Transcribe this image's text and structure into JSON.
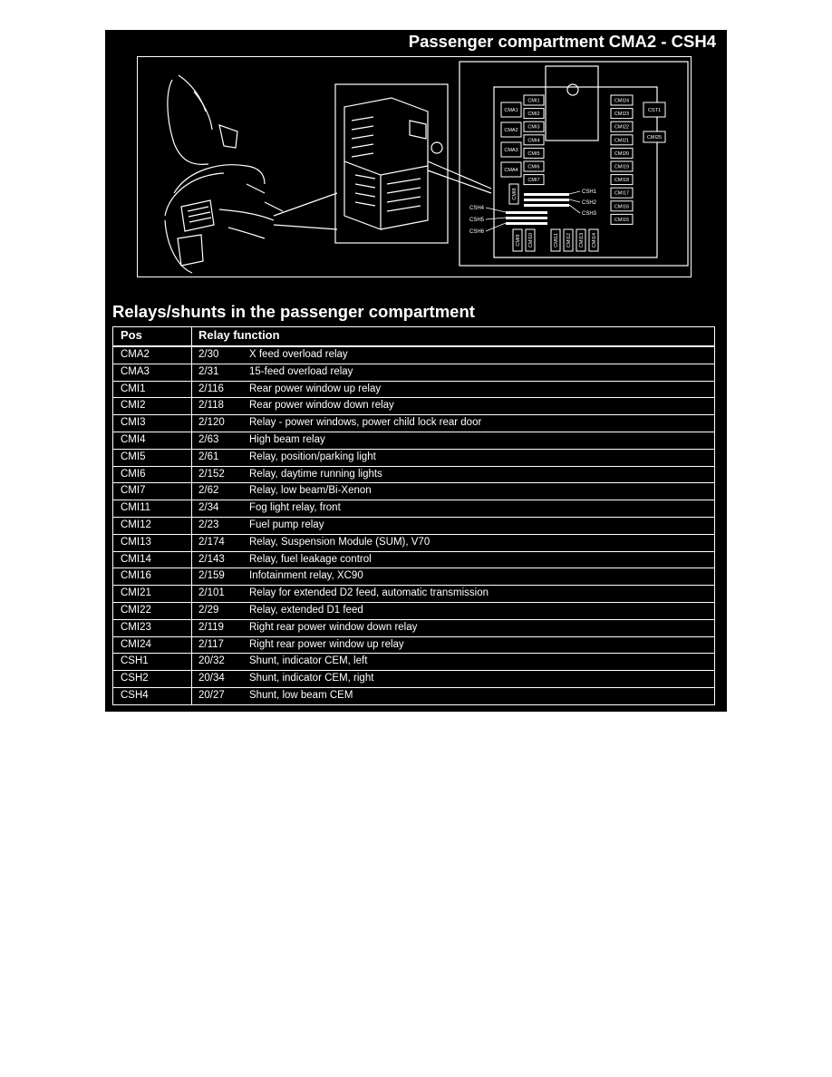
{
  "header": {
    "title": "Passenger compartment CMA2 - CSH4"
  },
  "diagram": {
    "labels": {
      "left_column": [
        "CMA1",
        "CMA2",
        "CMA3",
        "CMA4"
      ],
      "mid_column": [
        "CMI1",
        "CMI2",
        "CMI3",
        "CMI4",
        "CMI5",
        "CMI6",
        "CMI7"
      ],
      "right_column": [
        "CMI24",
        "CMI23",
        "CMI22",
        "CMI21",
        "CMI20",
        "CMI19",
        "CMI18",
        "CMI17",
        "CMI16",
        "CMI15"
      ],
      "far_right": [
        "CST1",
        "CMI25"
      ],
      "vertical_small": "CMI8",
      "bottom_vertical": [
        "CMI9",
        "CMI10",
        "CMI11",
        "CMI12",
        "CMI13",
        "CMI14"
      ],
      "shunts_right": [
        "CSH1",
        "CSH2",
        "CSH3"
      ],
      "shunts_left": [
        "CSH4",
        "CSH5",
        "CSH6"
      ]
    }
  },
  "section": {
    "title": "Relays/shunts in the passenger compartment"
  },
  "table": {
    "headers": {
      "pos": "Pos",
      "relay_function": "Relay function"
    },
    "rows": [
      {
        "pos": "CMA2",
        "code": "2/30",
        "func": "X feed overload relay"
      },
      {
        "pos": "CMA3",
        "code": "2/31",
        "func": "15-feed overload relay"
      },
      {
        "pos": "CMI1",
        "code": "2/116",
        "func": "Rear power window up relay"
      },
      {
        "pos": "CMI2",
        "code": "2/118",
        "func": "Rear power window down relay"
      },
      {
        "pos": "CMI3",
        "code": "2/120",
        "func": "Relay - power windows, power child lock rear door"
      },
      {
        "pos": "CMI4",
        "code": "2/63",
        "func": "High beam relay"
      },
      {
        "pos": "CMI5",
        "code": "2/61",
        "func": "Relay, position/parking light"
      },
      {
        "pos": "CMI6",
        "code": "2/152",
        "func": "Relay, daytime running lights"
      },
      {
        "pos": "CMI7",
        "code": "2/62",
        "func": "Relay, low beam/Bi-Xenon"
      },
      {
        "pos": "CMI11",
        "code": "2/34",
        "func": "Fog light relay, front"
      },
      {
        "pos": "CMI12",
        "code": "2/23",
        "func": "Fuel pump relay"
      },
      {
        "pos": "CMI13",
        "code": "2/174",
        "func": "Relay, Suspension Module (SUM), V70"
      },
      {
        "pos": "CMI14",
        "code": "2/143",
        "func": "Relay, fuel leakage control"
      },
      {
        "pos": "CMI16",
        "code": "2/159",
        "func": "Infotainment relay, XC90"
      },
      {
        "pos": "CMI21",
        "code": "2/101",
        "func": "Relay for extended D2 feed, automatic transmission"
      },
      {
        "pos": "CMI22",
        "code": "2/29",
        "func": "Relay, extended D1 feed"
      },
      {
        "pos": "CMI23",
        "code": "2/119",
        "func": "Right rear power window down relay"
      },
      {
        "pos": "CMI24",
        "code": "2/117",
        "func": "Right rear power window up relay"
      },
      {
        "pos": "CSH1",
        "code": "20/32",
        "func": "Shunt, indicator CEM, left"
      },
      {
        "pos": "CSH2",
        "code": "20/34",
        "func": "Shunt, indicator CEM, right"
      },
      {
        "pos": "CSH4",
        "code": "20/27",
        "func": "Shunt, low beam CEM"
      }
    ]
  }
}
